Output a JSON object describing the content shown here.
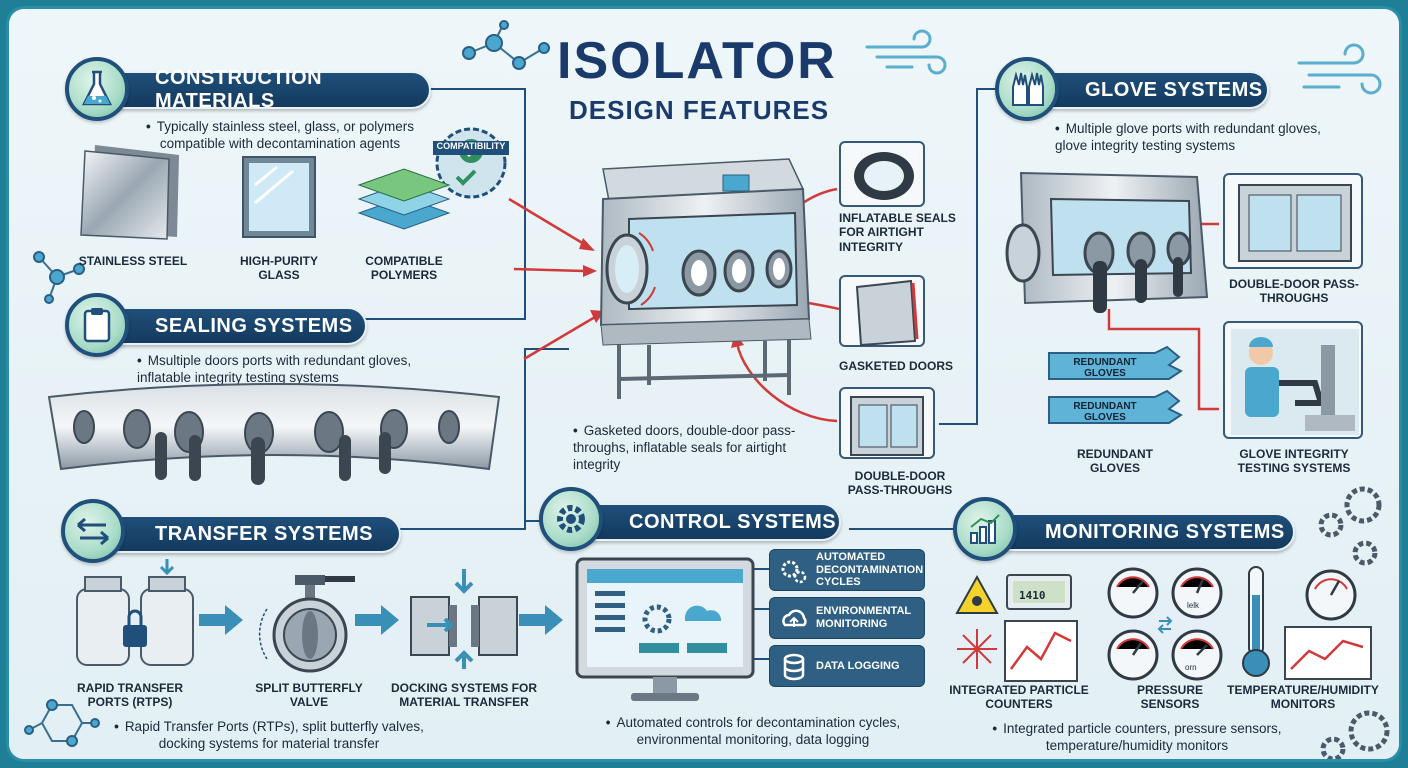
{
  "title": {
    "main": "ISOLATOR",
    "sub": "DESIGN FEATURES"
  },
  "colors": {
    "navy": "#1a3a6b",
    "banner": "#1f4f7a",
    "arrow_red": "#d13a3a",
    "arrow_blue": "#3a8fb8",
    "frame": "#2a8ea8"
  },
  "construction": {
    "heading": "CONSTRUCTION MATERIALS",
    "icon": "flask-icon",
    "bullet": "Typically stainless steel, glass, or polymers compatible with decontamination agents",
    "badge": "COMPATIBILITY",
    "items": [
      "STAINLESS STEEL",
      "HIGH-PURITY GLASS",
      "COMPATIBLE POLYMERS"
    ]
  },
  "sealing": {
    "heading": "SEALING SYSTEMS",
    "icon": "clipboard-icon",
    "bullet": "Msultiple doors ports with redundant gloves, inflatable integrity testing systems"
  },
  "transfer": {
    "heading": "TRANSFER SYSTEMS",
    "icon": "swap-arrows-icon",
    "items": [
      "RAPID TRANSFER PORTS (RTPs)",
      "SPLIT BUTTERFLY VALVE",
      "DOCKING SYSTEMS FOR MATERIAL TRANSFER"
    ],
    "bullet": "Rapid Transfer Ports (RTPs), split butterfly valves, docking systems for material transfer"
  },
  "center": {
    "bullet": "Gasketed doors, double-door pass-throughs, inflatable seals for airtight integrity",
    "callouts": [
      "INFLATABLE SEALS FOR AIRTIGHT INTEGRITY",
      "GASKETED DOORS",
      "DOUBLE-DOOR PASS-THROUGHS"
    ]
  },
  "control": {
    "heading": "CONTROL SYSTEMS",
    "icon": "gear-icon",
    "pills": [
      "AUTOMATED DECONTAMINATION CYCLES",
      "ENVIRONMENTAL MONITORING",
      "DATA LOGGING"
    ],
    "bullet": "Automated controls for decontamination cycles, environmental monitoring, data logging"
  },
  "glove": {
    "heading": "GLOVE SYSTEMS",
    "icon": "gloves-icon",
    "bullet": "Multiple glove ports with redundant gloves, glove integrity testing systems",
    "items": [
      "DOUBLE-DOOR PASS-THROUGHS",
      "REDUNDANT GLOVES",
      "GLOVE INTEGRITY TESTING SYSTEMS"
    ],
    "glove_labels": [
      "REDUNDANT GLOVES",
      "REDUNDANT GLOVES"
    ]
  },
  "monitoring": {
    "heading": "MONITORING SYSTEMS",
    "icon": "bar-chart-icon",
    "items": [
      "INTEGRATED PARTICLE COUNTERS",
      "PRESSURE SENSORS",
      "TEMPERATURE/HUMIDITY MONITORS"
    ],
    "bullet": "Integrated particle counters, pressure sensors, temperature/humidity monitors",
    "readouts": [
      "1410",
      "lelk",
      "orn"
    ]
  }
}
